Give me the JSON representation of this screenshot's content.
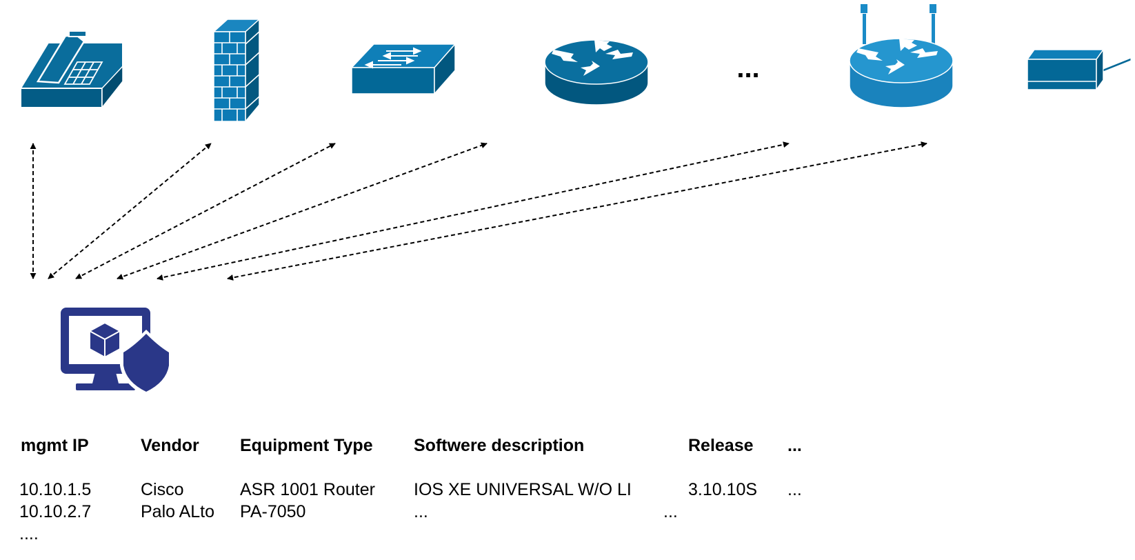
{
  "colors": {
    "device": "#036897",
    "device_dark": "#02577f",
    "device_light": "#1087c3",
    "router_wifi": "#1a8bc7",
    "server": "#2a3788",
    "arrow": "#000000"
  },
  "devices": [
    {
      "id": "phone",
      "icon": "ip-phone-icon"
    },
    {
      "id": "firewall",
      "icon": "firewall-icon"
    },
    {
      "id": "switch",
      "icon": "switch-icon"
    },
    {
      "id": "router",
      "icon": "router-icon"
    },
    {
      "id": "more",
      "label": "..."
    },
    {
      "id": "wireless-router",
      "icon": "wireless-router-icon"
    },
    {
      "id": "modem",
      "icon": "modem-icon"
    }
  ],
  "collector": {
    "icon": "secure-server-icon"
  },
  "table": {
    "headers": [
      "mgmt IP",
      "Vendor",
      "Equipment Type",
      "Softwere description",
      "Release",
      "..."
    ],
    "rows": [
      [
        "10.10.1.5",
        "Cisco",
        "ASR 1001 Router",
        "IOS XE UNIVERSAL W/O LI",
        "",
        "3.10.10S",
        "..."
      ],
      [
        "10.10.2.7",
        "Palo ALto",
        "PA-7050",
        "...",
        "...",
        "",
        ""
      ],
      [
        "....",
        "",
        "",
        "",
        "",
        "",
        ""
      ]
    ]
  }
}
